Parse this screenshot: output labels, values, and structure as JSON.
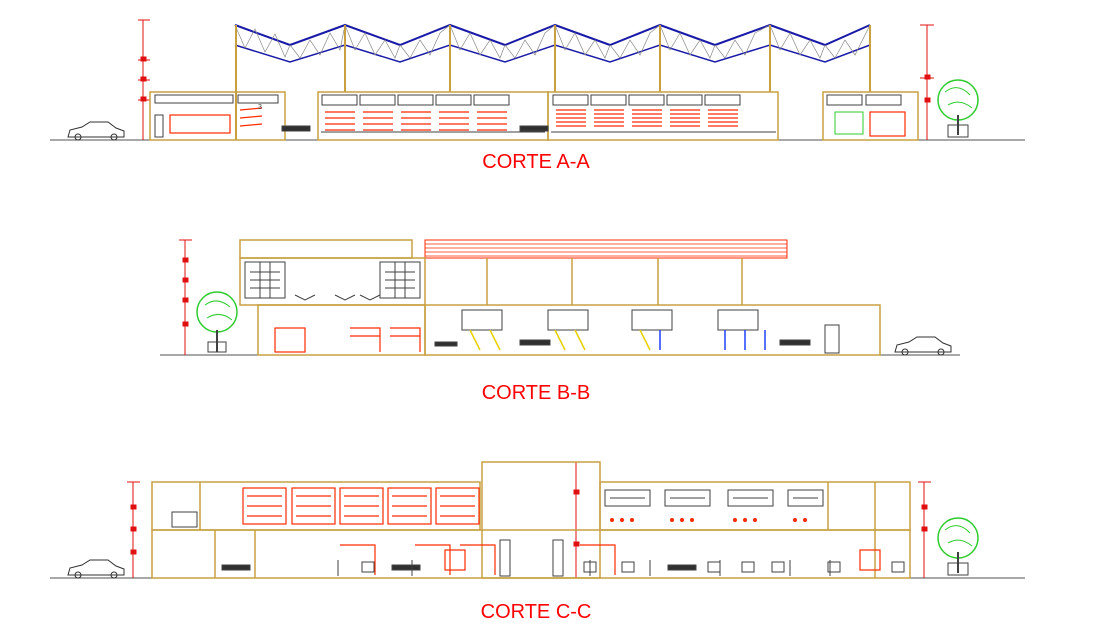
{
  "sections": [
    {
      "id": "a",
      "title": "CORTE A-A"
    },
    {
      "id": "b",
      "title": "CORTE B-B"
    },
    {
      "id": "c",
      "title": "CORTE C-C"
    }
  ],
  "annotations": {
    "label_3": "3"
  },
  "colors": {
    "structure": "#c8a040",
    "truss_blue": "#1a1aa8",
    "dimension": "#e01010",
    "outline": "#404040",
    "detail_red": "#ff2a00",
    "tree": "#2ecc2e",
    "ground": "#404040",
    "fixture_yellow": "#e8d000",
    "fixture_blue": "#2040ff"
  }
}
